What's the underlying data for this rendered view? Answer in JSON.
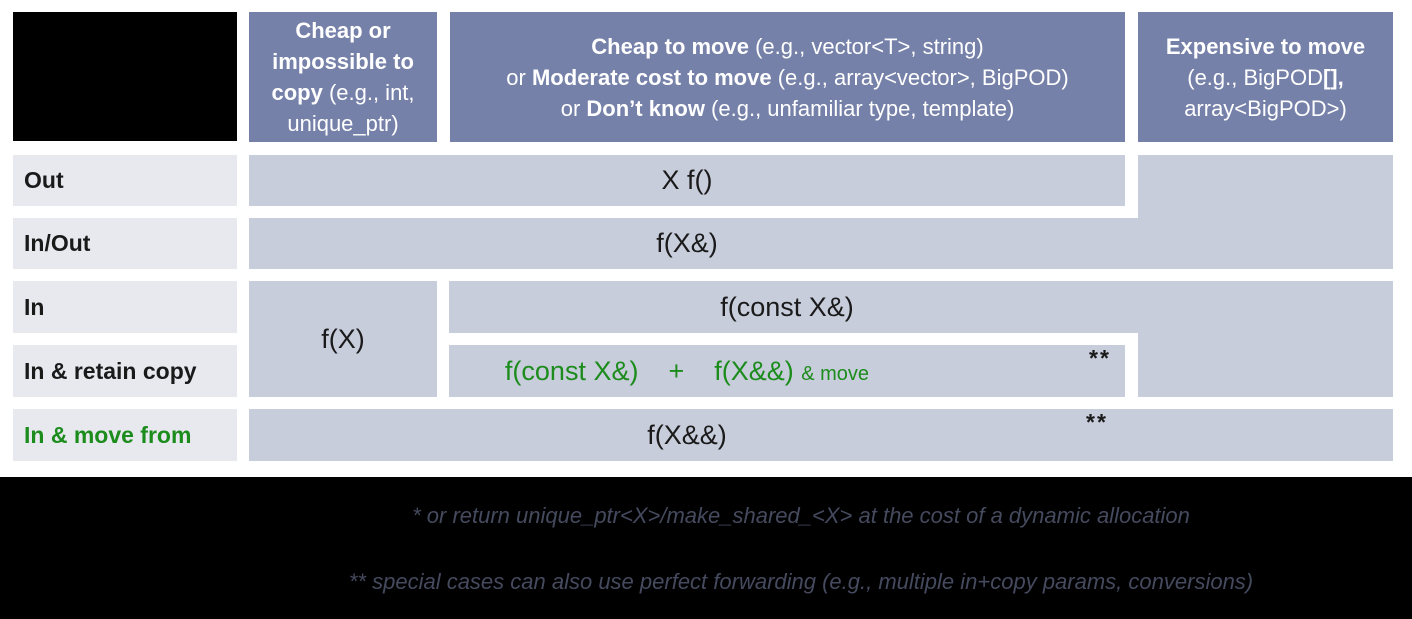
{
  "colors": {
    "header_bg": "#7681a9",
    "header_text": "#ffffff",
    "cell_bg": "#c8cddc",
    "label_bg": "#e7e9ef",
    "green": "#1c8c1c",
    "ink": "#1a1a1a",
    "footer_bg": "#000000",
    "footnote_text": "#454a5e"
  },
  "headers": {
    "cheap_copy": [
      [
        {
          "t": "Cheap or",
          "b": 1
        }
      ],
      [
        {
          "t": "impossible to",
          "b": 1
        }
      ],
      [
        {
          "t": "copy ",
          "b": 1
        },
        {
          "t": "(e.g., int,"
        }
      ],
      [
        {
          "t": "unique_ptr)"
        }
      ]
    ],
    "cheap_move": [
      [
        {
          "t": "Cheap to move",
          "b": 1
        },
        {
          "t": " (e.g., vector<T>, string)"
        }
      ],
      [
        {
          "t": "or "
        },
        {
          "t": "Moderate cost to move",
          "b": 1
        },
        {
          "t": " (e.g., array<vector>, BigPOD)"
        }
      ],
      [
        {
          "t": "or "
        },
        {
          "t": "Don’t know",
          "b": 1
        },
        {
          "t": " (e.g., unfamiliar type, template)"
        }
      ]
    ],
    "expensive_move": [
      [
        {
          "t": "Expensive to move",
          "b": 1
        }
      ],
      [
        {
          "t": "(e.g., BigPOD"
        },
        {
          "t": "[],",
          "b": 1
        }
      ],
      [
        {
          "t": "array<BigPOD>)"
        }
      ]
    ]
  },
  "row_labels": {
    "out": "Out",
    "in_out": "In/Out",
    "in": "In",
    "in_retain_copy": "In & retain copy",
    "in_move_from": "In & move from"
  },
  "cells": {
    "out": "X f()",
    "in_out": "f(X&)",
    "in_cheap_copy": "f(X)",
    "in": "f(const X&)",
    "in_retain_copy": [
      [
        {
          "t": "f(const X&)    +    f(X&&) ",
          "g": 1
        },
        {
          "t": "& move",
          "g": 1,
          "sm": 1
        }
      ]
    ],
    "in_move_from": "f(X&&)",
    "retain_copy_marker": "**",
    "move_from_marker": "**"
  },
  "footnotes": {
    "line1": "* or return unique_ptr<X>/make_shared_<X> at the cost of a dynamic allocation",
    "line2": "** special cases can also use perfect forwarding (e.g., multiple in+copy params, conversions)"
  }
}
